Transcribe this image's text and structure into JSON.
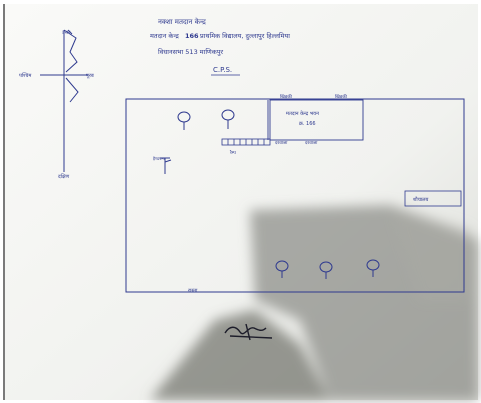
{
  "header": {
    "line1": "नक्शा मतदान केन्द्र",
    "line2_prefix": "मतदान केन्द्र",
    "booth_number": "166",
    "line2_suffix": "प्राथमिक विद्यालय, दुल्लापुर हिल्लमिया",
    "line3": "विधानसभा 513 माणिकपुर",
    "title": "C.P.S."
  },
  "compass": {
    "north": "उत्तर",
    "south": "दक्षिण",
    "west": "पश्चिम",
    "east": "पूरब"
  },
  "labels": {
    "room_top_left": "खिड़की",
    "room_top_right": "खिड़की",
    "room_name": "मतदान केन्द्र भवन",
    "room_number": "क्र. 166",
    "door_label": "दरवाजा",
    "steps_label": "रैम्प",
    "handpump_label": "हैण्डपम्प",
    "toilet_label": "शौचालय",
    "road_label": "रास्ता",
    "signature": "हस्ताक्षर"
  },
  "colors": {
    "paper": "#f4f5f3",
    "ink": "#2f3a8f",
    "shadow": "#8a8b85"
  },
  "icons": [
    "tree-icon",
    "handpump-icon",
    "compass-rose-icon"
  ]
}
